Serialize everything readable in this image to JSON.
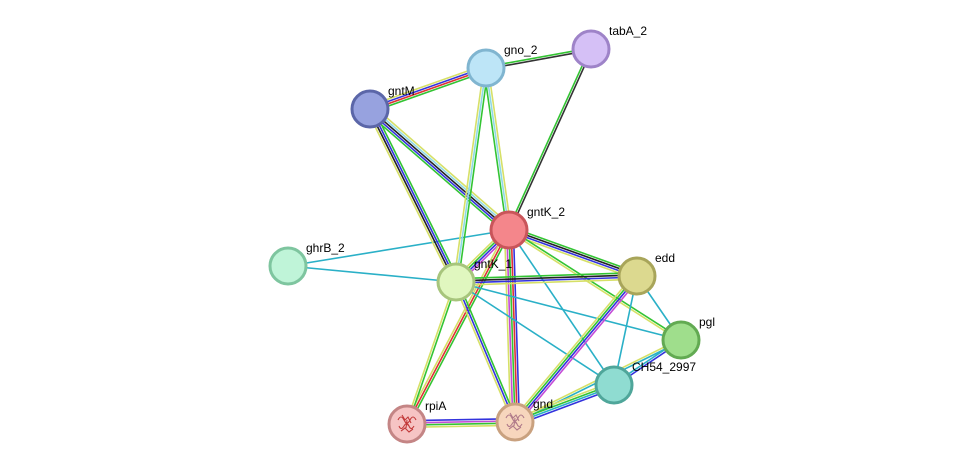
{
  "network": {
    "nodes": [
      {
        "id": "gntK_2",
        "label": "gntK_2",
        "fill": "#f4868b",
        "stroke": "#c9555a"
      },
      {
        "id": "gno_2",
        "label": "gno_2",
        "fill": "#bde5f7",
        "stroke": "#80b5d0"
      },
      {
        "id": "tabA_2",
        "label": "tabA_2",
        "fill": "#d5c0f6",
        "stroke": "#9e83c8"
      },
      {
        "id": "gntM",
        "label": "gntM",
        "fill": "#97a2df",
        "stroke": "#5b66a8"
      },
      {
        "id": "ghrB_2",
        "label": "ghrB_2",
        "fill": "#bff4d8",
        "stroke": "#7ec59f"
      },
      {
        "id": "gntK_1",
        "label": "gntK_1",
        "fill": "#e0f7bf",
        "stroke": "#a7c57c"
      },
      {
        "id": "edd",
        "label": "edd",
        "fill": "#dcd98f",
        "stroke": "#a8a55a"
      },
      {
        "id": "pgl",
        "label": "pgl",
        "fill": "#9fde8c",
        "stroke": "#62aa52"
      },
      {
        "id": "CH54_2997",
        "label": "CH54_2997",
        "fill": "#8fdcd1",
        "stroke": "#4fa69a"
      },
      {
        "id": "rpiA",
        "label": "rpiA",
        "fill": "#f6c4c4",
        "stroke": "#c48585",
        "icon": "protein-structure-icon"
      },
      {
        "id": "gnd",
        "label": "gnd",
        "fill": "#f7d6bd",
        "stroke": "#c9a17f",
        "icon": "protein-structure-icon"
      }
    ],
    "edges": [
      {
        "source": "gntK_2",
        "target": "gno_2",
        "colors": [
          "#33c433",
          "#8fd9e6",
          "#d6e067"
        ]
      },
      {
        "source": "gntK_2",
        "target": "tabA_2",
        "colors": [
          "#33c433",
          "#333333"
        ]
      },
      {
        "source": "gntK_2",
        "target": "gntM",
        "colors": [
          "#33c433",
          "#3333dd",
          "#222222",
          "#8fd9e6",
          "#d6e067"
        ]
      },
      {
        "source": "gntK_2",
        "target": "gntK_1",
        "colors": [
          "#c44bd6",
          "#3333dd",
          "#33c433",
          "#d6e067"
        ]
      },
      {
        "source": "gntK_2",
        "target": "edd",
        "colors": [
          "#33c433",
          "#222222",
          "#3333dd",
          "#d6e067"
        ]
      },
      {
        "source": "gntK_2",
        "target": "pgl",
        "colors": [
          "#33c433",
          "#d6e067"
        ]
      },
      {
        "source": "gntK_2",
        "target": "CH54_2997",
        "colors": [
          "#2ab0c7"
        ]
      },
      {
        "source": "gntK_2",
        "target": "rpiA",
        "colors": [
          "#33c433",
          "#dd3333",
          "#d6e067"
        ]
      },
      {
        "source": "gntK_2",
        "target": "gnd",
        "colors": [
          "#3333dd",
          "#dd3333",
          "#33c433",
          "#c44bd6",
          "#d6e067"
        ]
      },
      {
        "source": "gntK_2",
        "target": "ghrB_2",
        "colors": [
          "#2ab0c7"
        ]
      },
      {
        "source": "gno_2",
        "target": "tabA_2",
        "colors": [
          "#33c433",
          "#333333"
        ]
      },
      {
        "source": "gno_2",
        "target": "gntM",
        "colors": [
          "#33c433",
          "#dd3333",
          "#3333dd",
          "#d6e067"
        ]
      },
      {
        "source": "gno_2",
        "target": "gntK_1",
        "colors": [
          "#33c433",
          "#8fd9e6",
          "#d6e067"
        ]
      },
      {
        "source": "gntM",
        "target": "gntK_1",
        "colors": [
          "#33c433",
          "#3333dd",
          "#222222",
          "#d6e067"
        ]
      },
      {
        "source": "ghrB_2",
        "target": "gntK_1",
        "colors": [
          "#2ab0c7"
        ]
      },
      {
        "source": "gntK_1",
        "target": "edd",
        "colors": [
          "#33c433",
          "#222222",
          "#3333dd",
          "#d6e067"
        ]
      },
      {
        "source": "gntK_1",
        "target": "pgl",
        "colors": [
          "#2ab0c7"
        ]
      },
      {
        "source": "gntK_1",
        "target": "CH54_2997",
        "colors": [
          "#2ab0c7"
        ]
      },
      {
        "source": "gntK_1",
        "target": "rpiA",
        "colors": [
          "#33c433",
          "#d6e067"
        ]
      },
      {
        "source": "gntK_1",
        "target": "gnd",
        "colors": [
          "#33c433",
          "#3333dd",
          "#d6e067"
        ]
      },
      {
        "source": "edd",
        "target": "pgl",
        "colors": [
          "#2ab0c7"
        ]
      },
      {
        "source": "edd",
        "target": "CH54_2997",
        "colors": [
          "#2ab0c7"
        ]
      },
      {
        "source": "edd",
        "target": "gnd",
        "colors": [
          "#c44bd6",
          "#3333dd",
          "#33c433",
          "#d6e067"
        ]
      },
      {
        "source": "pgl",
        "target": "CH54_2997",
        "colors": [
          "#3333dd",
          "#2ab0c7"
        ]
      },
      {
        "source": "pgl",
        "target": "gnd",
        "colors": [
          "#2ab0c7",
          "#d6e067"
        ]
      },
      {
        "source": "CH54_2997",
        "target": "gnd",
        "colors": [
          "#3333dd",
          "#2ab0c7",
          "#33c433",
          "#d6e067"
        ]
      },
      {
        "source": "rpiA",
        "target": "gnd",
        "colors": [
          "#3333dd",
          "#c44bd6",
          "#33c433",
          "#d6e067"
        ]
      }
    ]
  }
}
